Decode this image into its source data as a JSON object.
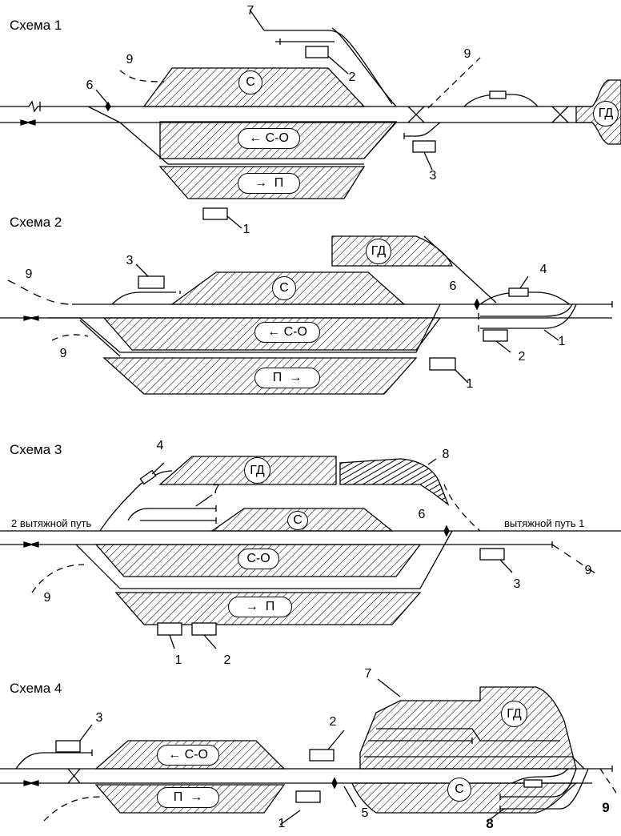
{
  "schemes": [
    {
      "title": "Схема 1",
      "zones": {
        "s": "С",
        "so": "С-О",
        "p": "П",
        "gd": "ГД"
      },
      "callouts": [
        "1",
        "2",
        "3",
        "6",
        "7",
        "9",
        "9"
      ]
    },
    {
      "title": "Схема 2",
      "zones": {
        "s": "С",
        "so": "С-О",
        "p": "П",
        "gd": "ГД"
      },
      "callouts": [
        "1",
        "1",
        "2",
        "3",
        "4",
        "6",
        "9",
        "9"
      ]
    },
    {
      "title": "Схема 3",
      "zones": {
        "s": "С",
        "so": "С-О",
        "p": "П",
        "gd": "ГД"
      },
      "track_labels": [
        "2 вытяжной путь",
        "вытяжной путь 1"
      ],
      "callouts": [
        "1",
        "2",
        "3",
        "4",
        "6",
        "7",
        "8",
        "9",
        "9"
      ]
    },
    {
      "title": "Схема 4",
      "zones": {
        "s": "С",
        "so": "С-О",
        "p": "П",
        "gd": "ГД"
      },
      "callouts": [
        "1",
        "2",
        "3",
        "5",
        "7",
        "8",
        "9"
      ]
    }
  ]
}
